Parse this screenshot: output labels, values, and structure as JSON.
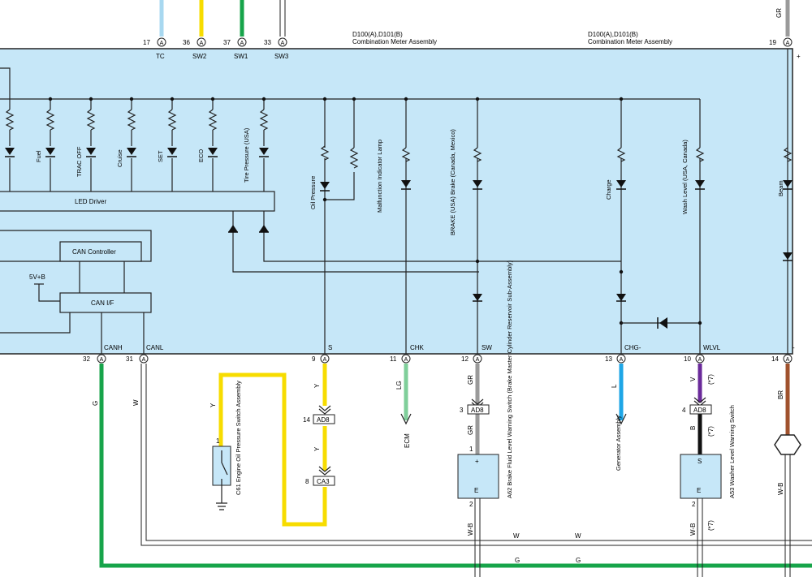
{
  "colors": {
    "panel": "#c6e7f8",
    "yellow": "#f7dc00",
    "green": "#17a44a",
    "light_blue": "#a8d8f0",
    "light_green": "#7fcf9a",
    "blue": "#1ea6e6",
    "gray": "#9a9a9a",
    "violet": "#6a2a9a",
    "black": "#111111",
    "brown": "#a0522d"
  },
  "top": {
    "component_left": "D100(A),D101(B)",
    "assembly_left": "Combination Meter Assembly",
    "component_right": "D100(A),D101(B)",
    "assembly_right": "Combination Meter Assembly",
    "wire_gr_top": "GR",
    "pins": [
      {
        "num": "17",
        "conn": "A",
        "name": "TC"
      },
      {
        "num": "36",
        "conn": "A",
        "name": "SW2"
      },
      {
        "num": "37",
        "conn": "A",
        "name": "SW1"
      },
      {
        "num": "33",
        "conn": "A",
        "name": "SW3"
      },
      {
        "num": "19",
        "conn": "A",
        "name": "+"
      }
    ]
  },
  "meter": {
    "lamps": [
      "Fuel",
      "TRAC OFF",
      "Cruise",
      "SET",
      "ECO",
      "Tire Pressure (USA)"
    ],
    "oil_pressure": "Oil Pressure",
    "malfunction": "Malfunction Indicator Lamp",
    "brake": "BRAKE (USA) Brake (Canada, Mexico)",
    "charge": "Charge",
    "wash": "Wash Level (USA, Canada)",
    "beam": "Beam",
    "led_driver": "LED Driver",
    "can_controller": "CAN Controller",
    "can_if": "CAN I/F",
    "supply": "5V+B"
  },
  "bottom": {
    "pins": [
      {
        "num": "32",
        "conn": "A",
        "name": "CANH"
      },
      {
        "num": "31",
        "conn": "A",
        "name": "CANL"
      },
      {
        "num": "9",
        "conn": "A",
        "name": "S"
      },
      {
        "num": "11",
        "conn": "A",
        "name": "CHK"
      },
      {
        "num": "12",
        "conn": "A",
        "name": "SW"
      },
      {
        "num": "13",
        "conn": "A",
        "name": "CHG-"
      },
      {
        "num": "10",
        "conn": "A",
        "name": "WLVL"
      },
      {
        "num": "14",
        "conn": "A",
        "name": "-"
      }
    ],
    "wire_g": "G",
    "wire_w": "W",
    "wire_y": "Y",
    "wire_lg": "LG",
    "wire_gr": "GR",
    "wire_l": "L",
    "wire_v": "V",
    "wire_b": "B",
    "wire_br": "BR",
    "wire_wb": "W-B",
    "note": "(*7)",
    "ad8_14": "14",
    "ad8_3": "3",
    "ad8_4": "4",
    "ca3_8": "8",
    "conn_ad8": "AD8",
    "conn_ca3": "CA3",
    "ecm": "ECM",
    "generator": "Generator Assembly",
    "c61": "C61 Engine Oil Pressure Switch Assembly",
    "a62": "A62 Brake Fluid Level Warning Switch (Brake Master Cylinder Reservoir Sub-Assembly)",
    "a53": "A53 Washer Level Warning Switch",
    "pin_1": "1",
    "pin_2": "2",
    "plus": "+",
    "e": "E",
    "s": "S"
  }
}
